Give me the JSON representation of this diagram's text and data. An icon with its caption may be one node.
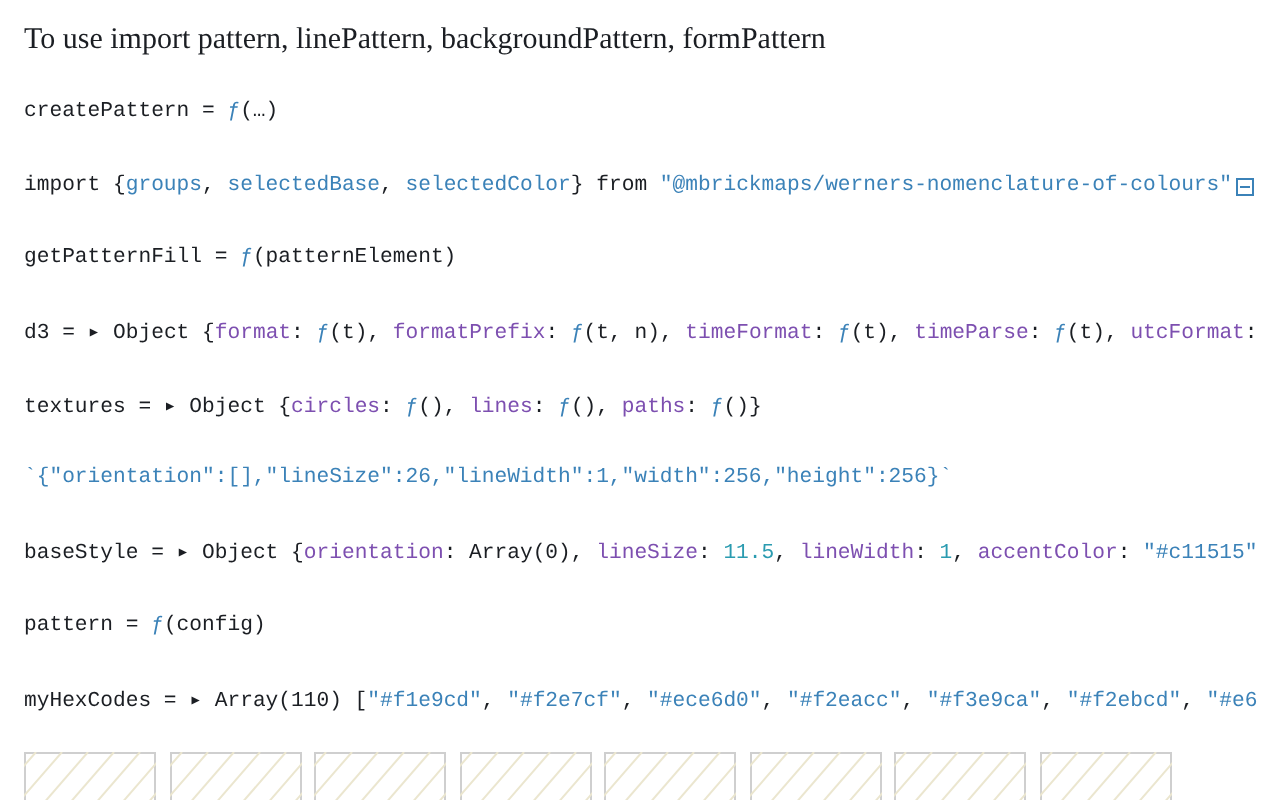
{
  "diagram": {
    "labels": [
      "To use import pattern, linePattern, backgroundPattern, formPattern",
      "createPattern = ƒ(…)",
      "import {groups, selectedBase, selectedColor} from \"@mbrickmaps/werners-nomenclature-of-colours\"",
      "getPatternFill = ƒ(patternElement)",
      "d3 = ▸ Object {format: ƒ(t), formatPrefix: ƒ(t, n), timeFormat: ƒ(t), timeParse: ƒ(t), utcFormat:",
      "textures = ▸ Object {circles: ƒ(), lines: ƒ(), paths: ƒ()}",
      "`{\"orientation\":[],\"lineSize\":26,\"lineWidth\":1,\"width\":256,\"height\":256}`",
      "baseStyle = ▸ Object {orientation: Array(0), lineSize: 11.5, lineWidth: 1, accentColor: \"#c11515\"",
      "pattern = ƒ(config)",
      "myHexCodes = ▸ Array(110) [\"#f1e9cd\", \"#f2e7cf\", \"#ece6d0\", \"#f2eacc\", \"#f3e9ca\", \"#f2ebcd\", \"#e6"
    ]
  }
}
